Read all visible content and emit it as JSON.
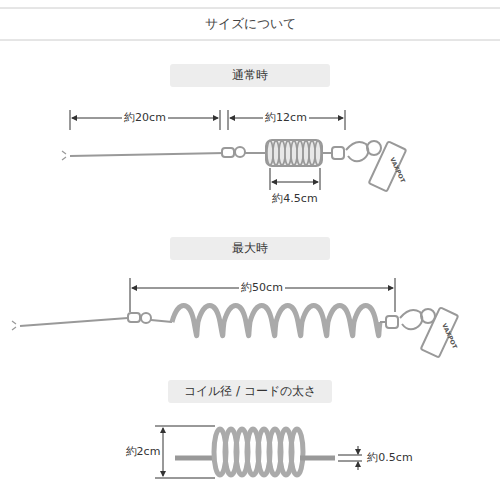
{
  "diagram": {
    "title": "サイズについて",
    "nodes": [
      {
        "text": [
          "通常時"
        ]
      },
      {
        "text": [
          "最大時"
        ]
      },
      {
        "text": [
          "コイル径 / コードの太さ"
        ]
      }
    ],
    "labels": [
      "約20cm",
      "約12cm",
      "約4.5cm",
      "約50cm",
      "約2cm",
      "約0.5cm",
      "VAXPOT",
      "VAXPOT"
    ]
  }
}
